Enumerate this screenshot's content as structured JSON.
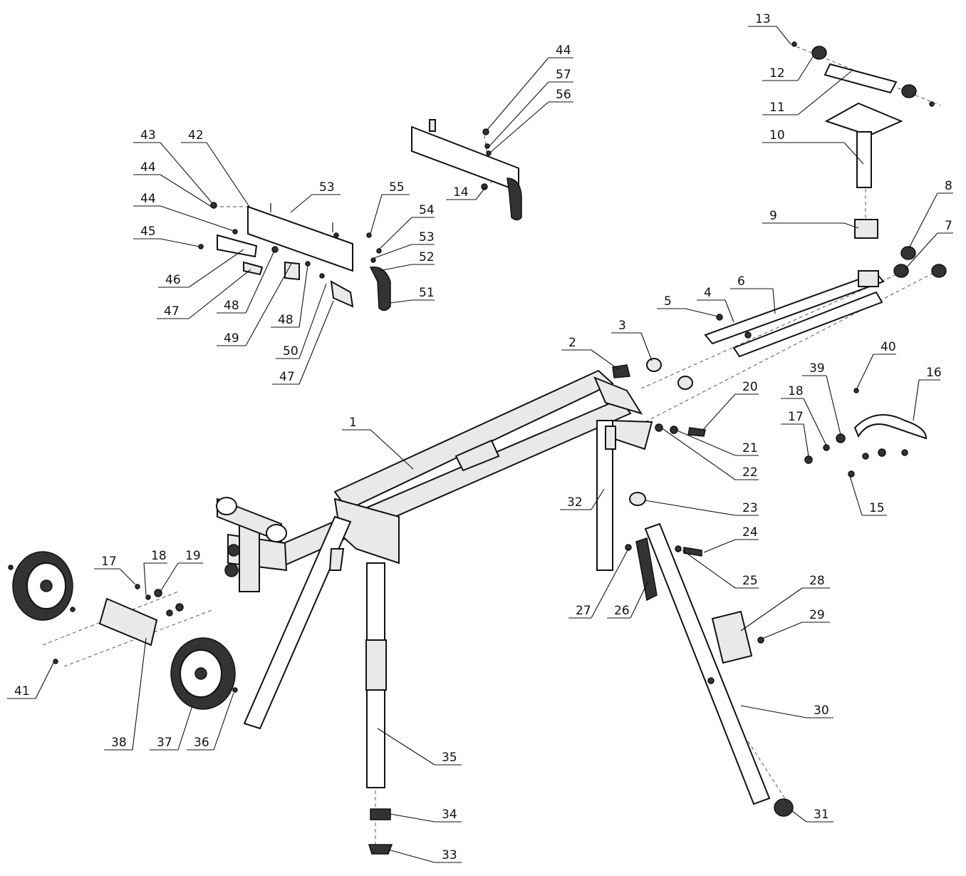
{
  "callouts": [
    {
      "label": "1"
    },
    {
      "label": "2"
    },
    {
      "label": "3"
    },
    {
      "label": "4"
    },
    {
      "label": "5"
    },
    {
      "label": "6"
    },
    {
      "label": "7"
    },
    {
      "label": "8"
    },
    {
      "label": "9"
    },
    {
      "label": "10"
    },
    {
      "label": "11"
    },
    {
      "label": "12"
    },
    {
      "label": "13"
    },
    {
      "label": "14"
    },
    {
      "label": "15"
    },
    {
      "label": "16"
    },
    {
      "label": "17"
    },
    {
      "label": "18"
    },
    {
      "label": "39"
    },
    {
      "label": "40"
    },
    {
      "label": "20"
    },
    {
      "label": "21"
    },
    {
      "label": "22"
    },
    {
      "label": "23"
    },
    {
      "label": "24"
    },
    {
      "label": "25"
    },
    {
      "label": "26"
    },
    {
      "label": "27"
    },
    {
      "label": "28"
    },
    {
      "label": "29"
    },
    {
      "label": "30"
    },
    {
      "label": "31"
    },
    {
      "label": "32"
    },
    {
      "label": "33"
    },
    {
      "label": "34"
    },
    {
      "label": "35"
    },
    {
      "label": "17"
    },
    {
      "label": "18"
    },
    {
      "label": "19"
    },
    {
      "label": "41"
    },
    {
      "label": "38"
    },
    {
      "label": "37"
    },
    {
      "label": "36"
    },
    {
      "label": "43"
    },
    {
      "label": "42"
    },
    {
      "label": "44"
    },
    {
      "label": "44"
    },
    {
      "label": "45"
    },
    {
      "label": "46"
    },
    {
      "label": "47"
    },
    {
      "label": "48"
    },
    {
      "label": "49"
    },
    {
      "label": "48"
    },
    {
      "label": "50"
    },
    {
      "label": "47"
    },
    {
      "label": "53"
    },
    {
      "label": "55"
    },
    {
      "label": "54"
    },
    {
      "label": "53"
    },
    {
      "label": "52"
    },
    {
      "label": "51"
    },
    {
      "label": "44"
    },
    {
      "label": "57"
    },
    {
      "label": "56"
    }
  ]
}
